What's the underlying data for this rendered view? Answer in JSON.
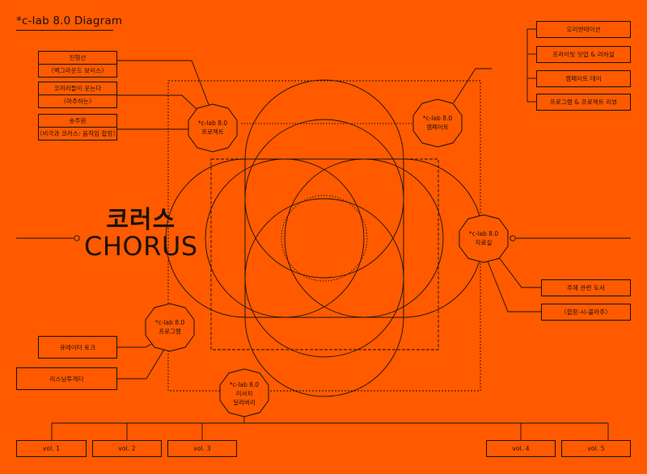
{
  "title": "*c-lab 8.0 Diagram",
  "main_title": {
    "korean": "코러스",
    "english": "CHORUS"
  },
  "hubs": {
    "project": {
      "line1": "*c-lab 8.0",
      "line2": "프로젝트",
      "line3": ""
    },
    "camp": {
      "line1": "*c-lab 8.0",
      "line2": "캠페이트",
      "line3": ""
    },
    "archive": {
      "line1": "*c-lab 8.0",
      "line2": "자료실",
      "line3": ""
    },
    "program": {
      "line1": "*c-lab 8.0",
      "line2": "프로그램",
      "line3": ""
    },
    "research": {
      "line1": "*c-lab 8.0",
      "line2": "리서치",
      "line3": "딜리버리"
    }
  },
  "project_items": [
    {
      "name": "진형산",
      "work": "〈백그라운드 보이스〉"
    },
    {
      "name": "코끼리들이 웃는다",
      "work": "〈마주하는〉"
    },
    {
      "name": "송주원",
      "work": "〈비극과 코러스: 움직임 합창〉"
    }
  ],
  "camp_items": [
    "오리엔테이션",
    "프라이빗 밋업 & 리허설",
    "캠페이트 데이",
    "프로그램 & 프로젝트 리뷰"
  ],
  "archive_items": [
    "주제 관련 도서",
    "〈합창-시-콜라주〉"
  ],
  "program_items": [
    "큐레이터 토크",
    "리스닝투게더"
  ],
  "research_items": [
    "vol. 1",
    "vol. 2",
    "vol. 3",
    "vol. 4",
    "vol. 5"
  ]
}
